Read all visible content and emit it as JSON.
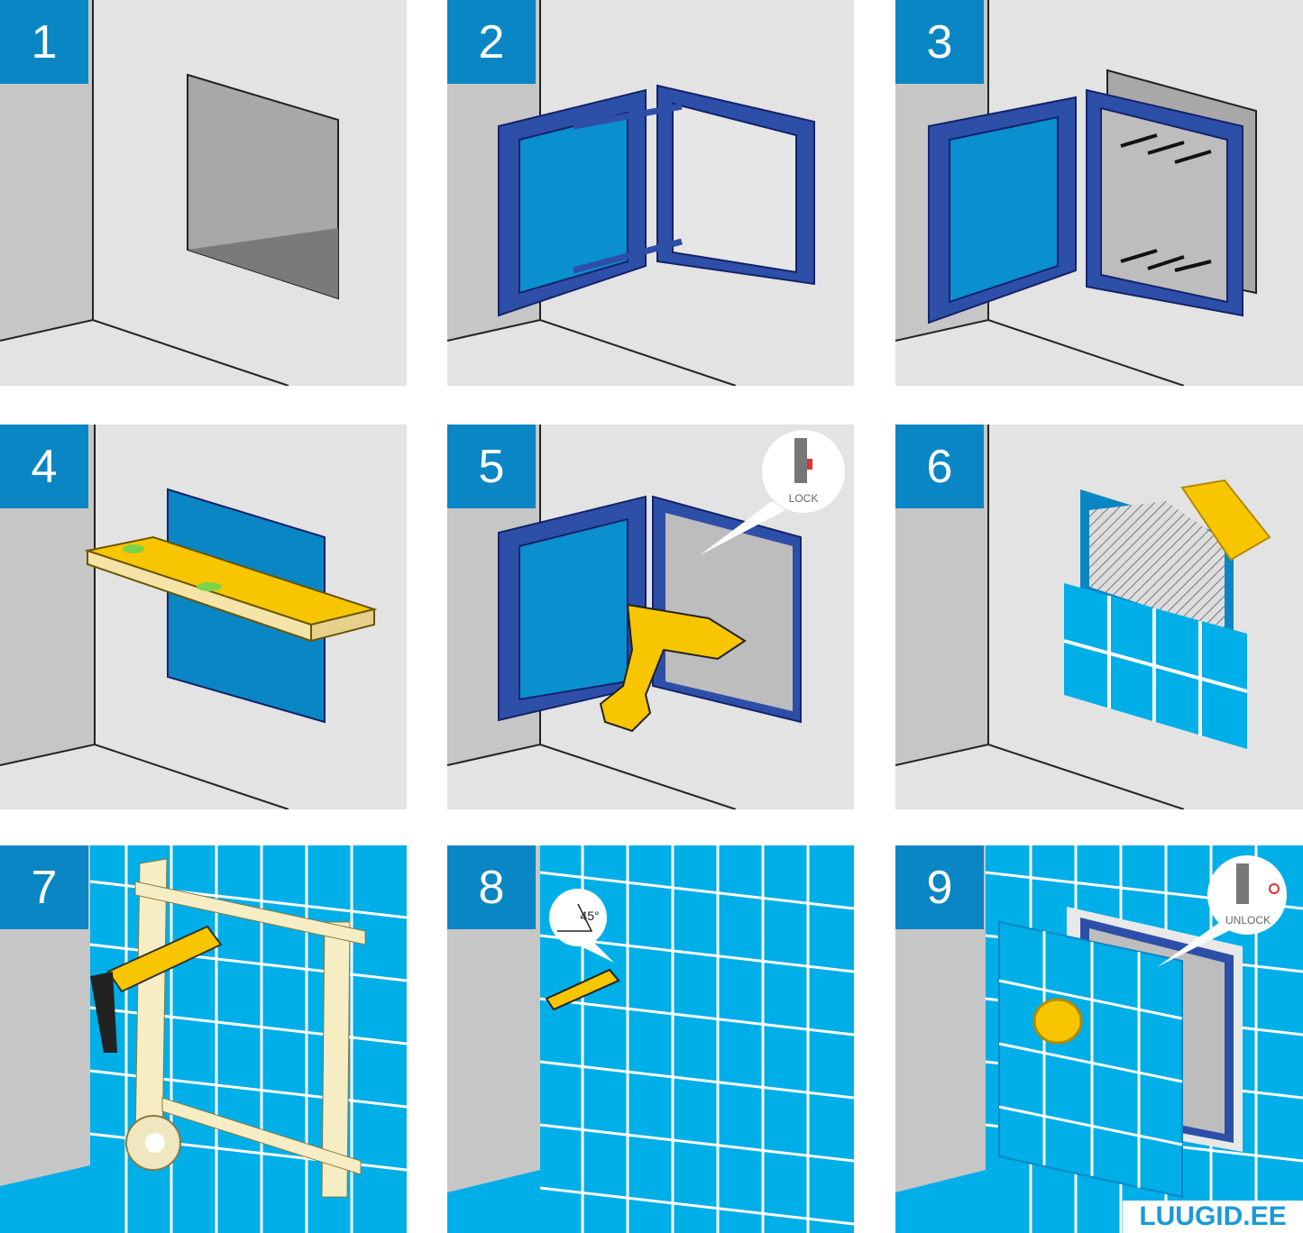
{
  "steps": [
    "1",
    "2",
    "3",
    "4",
    "5",
    "6",
    "7",
    "8",
    "9"
  ],
  "callouts": {
    "lock": "LOCK",
    "angle": "45°",
    "unlock": "UNLOCK"
  },
  "brand": "LUUGID.EE",
  "colors": {
    "badge": "#0a86c4",
    "frame": "#2e4fa8",
    "panel_blue": "#0a8fcf",
    "tile": "#00aee8",
    "tool_yellow": "#f7c600",
    "wall": "#e3e3e3",
    "side_wall": "#c6c6c6"
  }
}
